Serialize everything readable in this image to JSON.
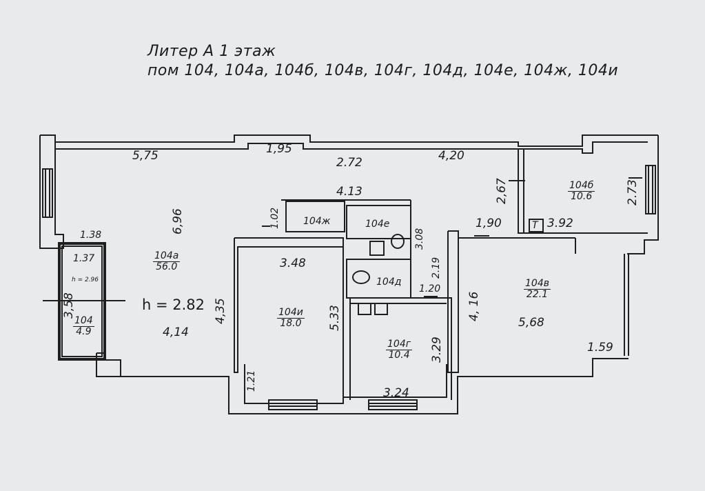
{
  "header": {
    "line1": "Литер А 1 этаж",
    "line2": "пом 104, 104а, 104б, 104в, 104г, 104д, 104е, 104ж, 104и"
  },
  "rooms": [
    {
      "id": "104а",
      "area": "56.0"
    },
    {
      "id": "104и",
      "area": "18.0"
    },
    {
      "id": "104г",
      "area": "10.4"
    },
    {
      "id": "104в",
      "area": "22.1"
    },
    {
      "id": "104б",
      "area": "10.6"
    },
    {
      "id": "104",
      "area": "4.9"
    },
    {
      "id": "104ж"
    },
    {
      "id": "104е"
    },
    {
      "id": "104д"
    }
  ],
  "heights": {
    "main": "h = 2.82",
    "closet": "h = 2.96"
  },
  "dimensions": {
    "top_left": "5,75",
    "top_mid": "1,95",
    "top_main": "2.72",
    "top_right": "4,20",
    "corridor_w": "4.13",
    "hall_h": "6,96",
    "closet_top": "1.38",
    "closet_w": "1.37",
    "closet_h": "3,58",
    "hall_bottom": "4,14",
    "hall_side": "4,35",
    "room104i_top": "3.48",
    "room104i_h": "5.33",
    "room104i_bottom": "1.21",
    "zh_h": "1.02",
    "e_h": "3.08",
    "d_h": "2.19",
    "d_w": "1.20",
    "g_h": "3.29",
    "g_w": "3.24",
    "v_top": "1,90",
    "v_h": "4, 16",
    "v_w": "5,68",
    "v_bottom": "1.59",
    "b_left": "2,67",
    "b_right": "2.73",
    "b_bottom": "3.92",
    "t_label": "Т"
  }
}
